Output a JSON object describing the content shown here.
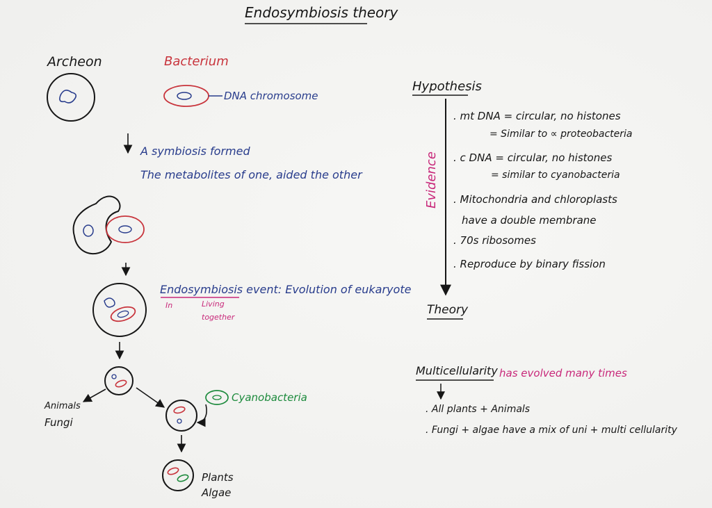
{
  "title": "Endosymbiosis theory",
  "left": {
    "archeon_label": "Archeon",
    "bacterium_label": "Bacterium",
    "dna_label": "DNA chromosome",
    "symbiosis_line1": "A symbiosis formed",
    "symbiosis_line2": "The metabolites of one, aided the other",
    "event_prefix": "Endosymbiosis",
    "event_suffix": " event: Evolution of eukaryote",
    "in_label": "In",
    "living_together_line1": "Living",
    "living_together_line2": "together",
    "animals_label": "Animals",
    "fungi_label": "Fungi",
    "cyanobacteria_label": "Cyanobacteria",
    "plants_label": "Plants",
    "algae_label": "Algae"
  },
  "right": {
    "hypothesis_label": "Hypothesis",
    "evidence_label": "Evidence",
    "theory_label": "Theory",
    "evidence": [
      ". mt DNA = circular, no histones",
      "= Similar to ∝ proteobacteria",
      ". c DNA = circular, no histones",
      "= similar to cyanobacteria",
      ". Mitochondria and chloroplasts",
      "have a double membrane",
      ". 70s ribosomes",
      ". Reproduce by binary fission"
    ],
    "multicellularity_label": "Multicellularity",
    "multicellularity_suffix": "has evolved many times",
    "multi_points": [
      ". All plants + Animals",
      ". Fungi + algae have a mix of uni + multi cellularity"
    ]
  },
  "colors": {
    "ink": "#161616",
    "blue": "#283c8c",
    "red": "#c8343c",
    "magenta": "#c8287a",
    "green": "#1c8a3c"
  }
}
